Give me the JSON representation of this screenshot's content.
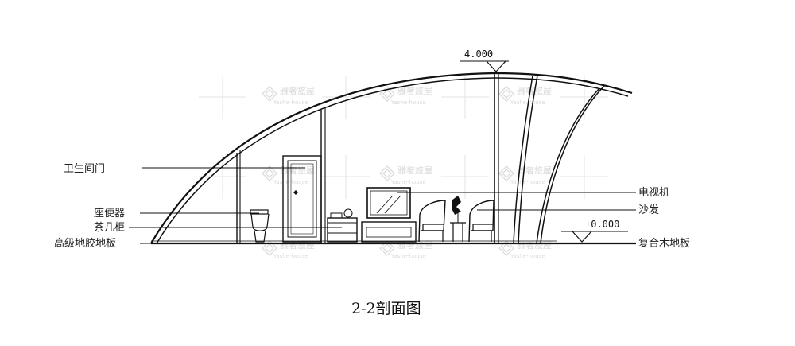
{
  "drawing": {
    "title": "2-2剖面图",
    "elevation_top": "4.000",
    "elevation_floor": "±0.000"
  },
  "labels_left": [
    "卫生间门",
    "座便器",
    "茶几柜",
    "高级地胶地板"
  ],
  "labels_right": [
    "电视机",
    "沙发",
    "复合木地板"
  ],
  "watermark": {
    "brand": "雅奢旅屋",
    "brand_en": "Yashe-house"
  }
}
